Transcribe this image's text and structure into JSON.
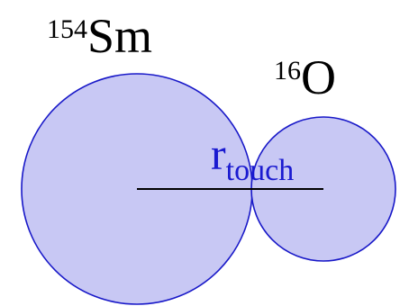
{
  "nuclei": [
    {
      "mass_number": "154",
      "symbol": "Sm"
    },
    {
      "mass_number": "16",
      "symbol": "O"
    }
  ],
  "radius_label": {
    "base": "r",
    "subscript": "touch"
  },
  "colors": {
    "circle_fill": "#c8c8f4",
    "circle_stroke": "#1818c8",
    "radius_text": "#1a1ad0",
    "line": "#000000",
    "label_text": "#000000"
  }
}
